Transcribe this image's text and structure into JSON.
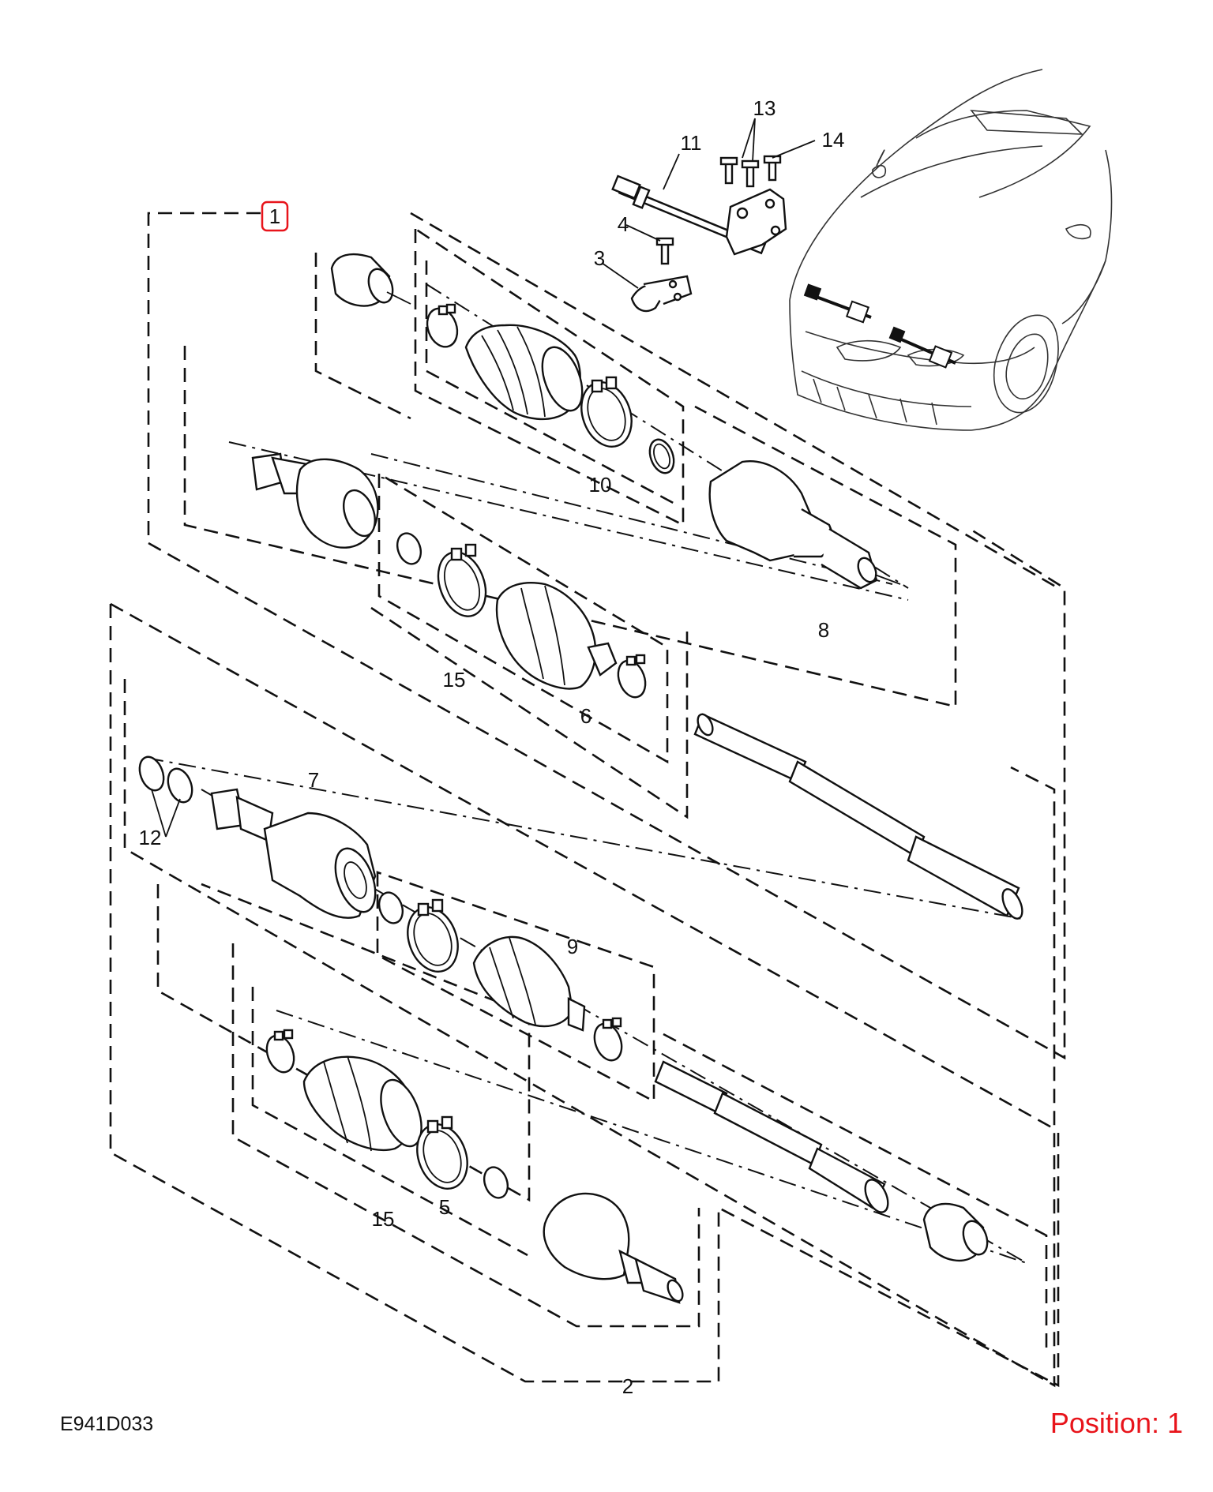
{
  "diagram": {
    "code": "E941D033",
    "position_label": "Position: 1",
    "highlight_color": "#e8141b",
    "selected_callout": "1",
    "callouts": {
      "c1": "1",
      "c2": "2",
      "c3": "3",
      "c4": "4",
      "c5": "5",
      "c6": "6",
      "c7": "7",
      "c8": "8",
      "c9": "9",
      "c10": "10",
      "c11": "11",
      "c12": "12",
      "c13": "13",
      "c14": "14",
      "c15a": "15",
      "c15b": "15"
    }
  }
}
